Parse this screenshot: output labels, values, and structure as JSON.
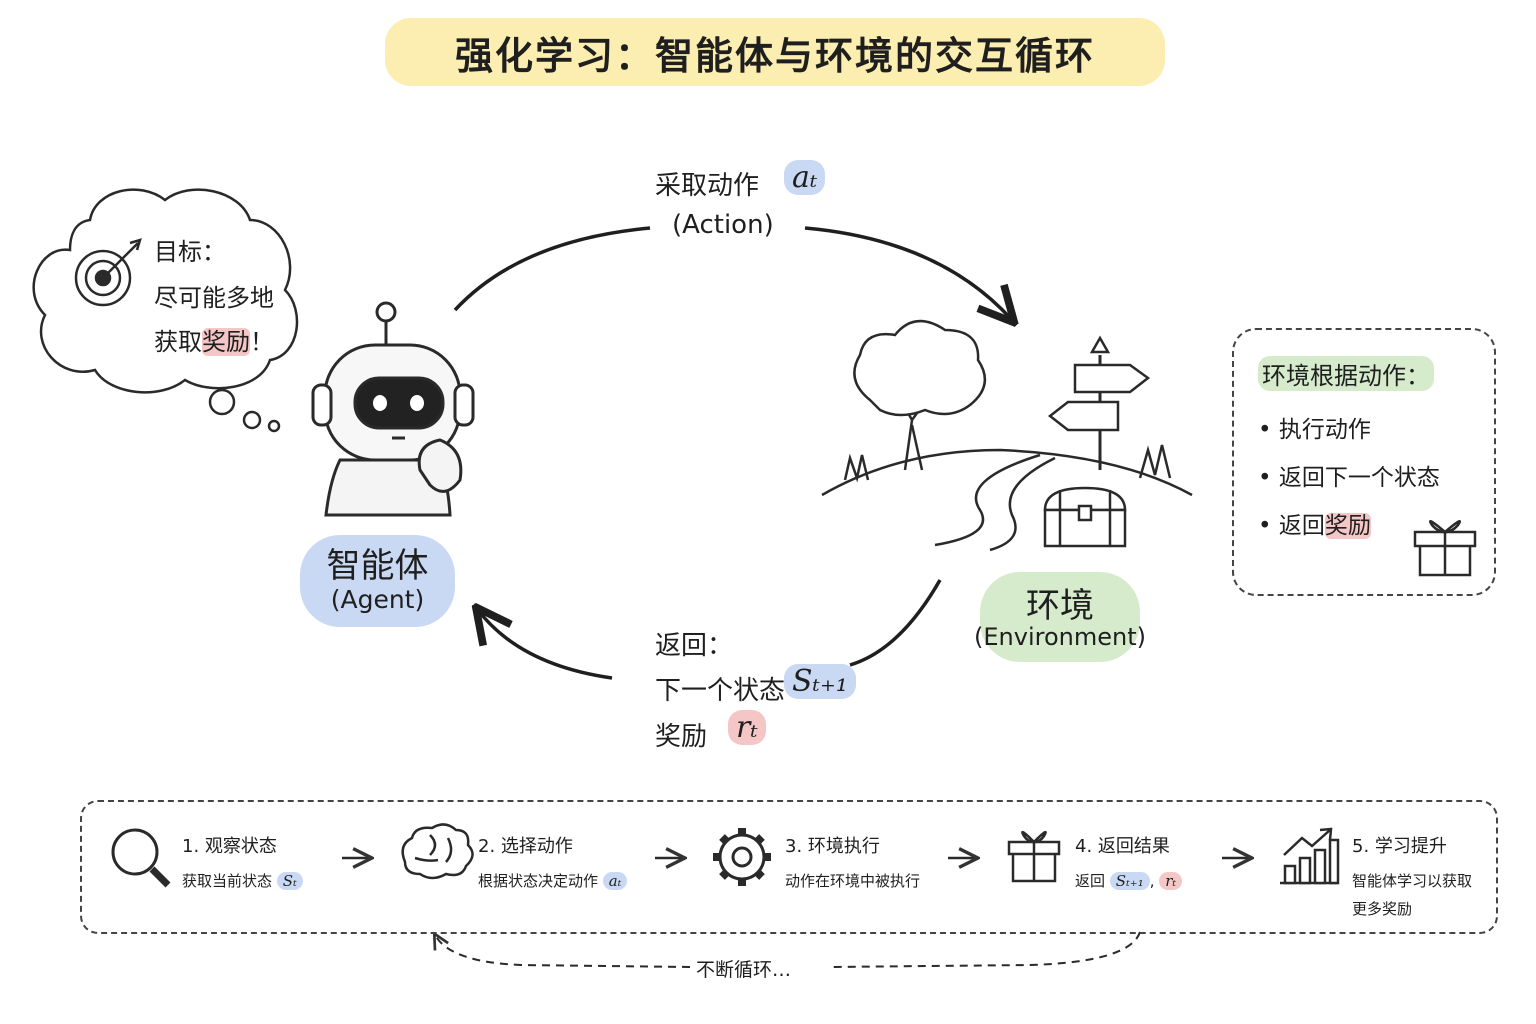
{
  "title": "强化学习：智能体与环境的交互循环",
  "thought": {
    "line1": "目标：",
    "line2": "尽可能多地",
    "line3_prefix": "获取",
    "line3_highlight": "奖励",
    "line3_suffix": "！"
  },
  "agent": {
    "label": "智能体",
    "sublabel": "(Agent)"
  },
  "environment": {
    "label": "环境",
    "sublabel": "(Environment)"
  },
  "action": {
    "label": "采取动作",
    "symbol": "aₜ",
    "sublabel": "(Action)"
  },
  "feedback": {
    "line1": "返回：",
    "state_label": "下一个状态",
    "state_symbol": "Sₜ₊₁",
    "reward_label": "奖励",
    "reward_symbol": "rₜ"
  },
  "env_box": {
    "title": "环境根据动作：",
    "items": [
      "执行动作",
      "返回下一个状态"
    ],
    "last_prefix": "返回",
    "last_highlight": "奖励"
  },
  "steps": [
    {
      "title": "1. 观察状态",
      "desc": "获取当前状态",
      "symbol": "Sₜ",
      "icon": "magnifier-icon"
    },
    {
      "title": "2. 选择动作",
      "desc": "根据状态决定动作",
      "symbol": "aₜ",
      "icon": "brain-icon"
    },
    {
      "title": "3. 环境执行",
      "desc": "动作在环境中被执行",
      "icon": "gear-icon"
    },
    {
      "title": "4. 返回结果",
      "desc": "返回",
      "symbol1": "Sₜ₊₁",
      "symbol_sep": ",",
      "symbol2": "rₜ",
      "icon": "gift-icon"
    },
    {
      "title": "5. 学习提升",
      "desc_line1": "智能体学习以获取",
      "desc_line2": "更多奖励",
      "icon": "growth-chart-icon"
    }
  ],
  "loop_label": "不断循环…",
  "colors": {
    "title_bg": "#fbeeb0",
    "blue": "#c9d9f3",
    "green": "#d5ebcc",
    "red": "#f5c6c6"
  }
}
